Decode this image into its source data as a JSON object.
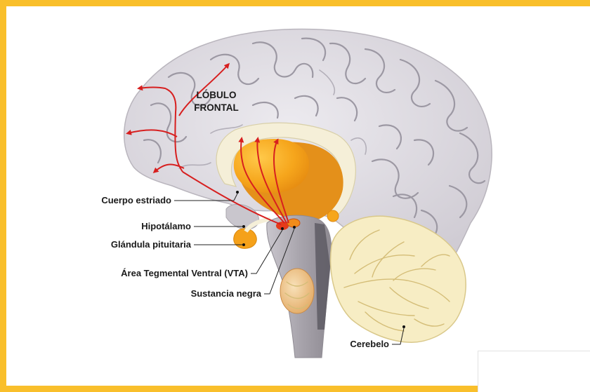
{
  "labels": {
    "frontal_line1": "LÓBULO",
    "frontal_line2": "FRONTAL",
    "striatum": "Cuerpo estriado",
    "hypothalamus": "Hipotálamo",
    "pituitary": "Glándula pituitaria",
    "vta": "Área Tegmental Ventral (VTA)",
    "substantia_nigra": "Sustancia negra",
    "cerebellum": "Cerebelo"
  },
  "colors": {
    "border": "#f9bf2b",
    "pathway_arrows": "#d71f1f",
    "cortex": "#d7d4da",
    "striatum": "#f7a81a",
    "cerebellum": "#f7edc4"
  }
}
